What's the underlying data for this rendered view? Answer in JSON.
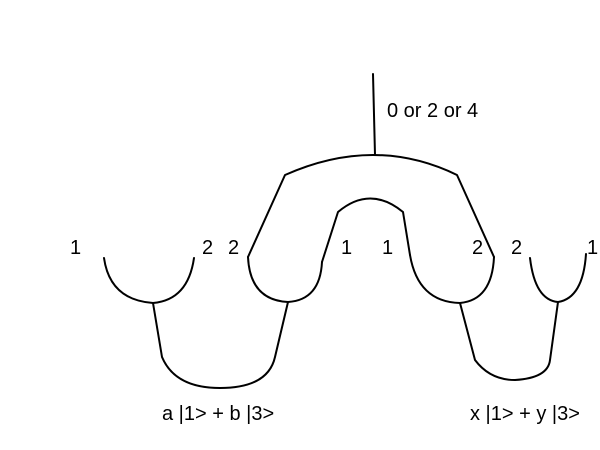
{
  "top_label": "0 or 2 or 4",
  "labels": {
    "left_outer_1": "1",
    "left_cup_2": "2",
    "left_arm_2": "2",
    "inner_left_1": "1",
    "inner_right_1": "1",
    "right_arm_2": "2",
    "right_cup_2": "2",
    "right_outer_1": "1"
  },
  "state_left": "a |1> + b |3>",
  "state_right": "x |1> + y |3>",
  "stroke_color": "#000000"
}
